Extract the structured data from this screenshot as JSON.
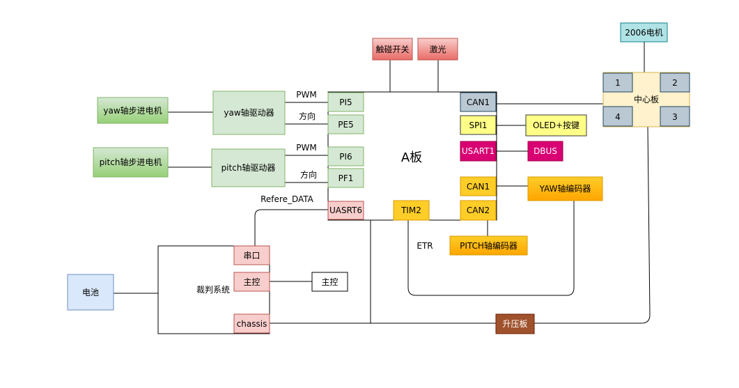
{
  "colors": {
    "green_fill": "#d5e8d4",
    "green_stroke": "#82b366",
    "green_grad_top": "#d5e8d4",
    "green_grad_bottom": "#97d077",
    "red_fill": "#f8cecc",
    "red_stroke": "#b85450",
    "red_grad_top": "#f8cecc",
    "red_grad_bottom": "#ea6b66",
    "gray_fill": "#bac8d3",
    "gray_stroke": "#23445d",
    "yellow_fill": "#ffff88",
    "yellow_stroke": "#36393d",
    "magenta_fill": "#d80073",
    "magenta_stroke": "#a50040",
    "orange_fill": "#ffcd28",
    "orange_stroke": "#d79b00",
    "orange_grad_bottom": "#ffa500",
    "cream_fill": "#fff2cc",
    "cream_stroke": "#d6b656",
    "blue_fill": "#dae8fc",
    "blue_stroke": "#6c8ebf",
    "teal_fill": "#b0e3e6",
    "teal_stroke": "#0e8088",
    "brown_fill": "#a0522d",
    "brown_stroke": "#6d1f00",
    "line": "#000000"
  },
  "nodes": {
    "yaw_stepper_motor": "yaw轴步进电机",
    "yaw_driver": "yaw轴驱动器",
    "pitch_stepper_motor": "pitch轴步进电机",
    "pitch_driver": "pitch轴驱动器",
    "touch_switch": "触碰开关",
    "laser": "激光",
    "a_board": "A板",
    "pi5": "PI5",
    "pe5": "PE5",
    "pi6": "PI6",
    "pf1": "PF1",
    "uasrt6": "UASRT6",
    "tim2": "TIM2",
    "can2_port": "CAN2",
    "can1_top": "CAN1",
    "spi1": "SPI1",
    "usart1": "USART1",
    "can1_mid": "CAN1",
    "oled_keys": "OLED+按键",
    "dbus": "DBUS",
    "yaw_encoder": "YAW轴编码器",
    "pitch_encoder": "PITCH轴编码器",
    "motor_2006": "2006电机",
    "center_board": "中心板",
    "cb_1": "1",
    "cb_2": "2",
    "cb_3": "3",
    "cb_4": "4",
    "referee_system": "裁判系统",
    "serial_port": "串口",
    "main_control_port": "主控",
    "chassis_port": "chassis",
    "main_control": "主控",
    "battery": "电池",
    "boost_board": "升压板"
  },
  "edge_labels": {
    "pwm_1": "PWM",
    "dir_1": "方向",
    "pwm_2": "PWM",
    "dir_2": "方向",
    "refere_data": "Refere_DATA",
    "etr": "ETR"
  }
}
